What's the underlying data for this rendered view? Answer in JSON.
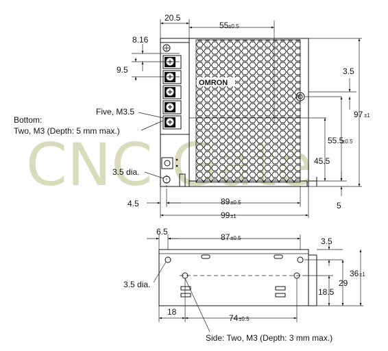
{
  "watermark": "CNC Gate",
  "brand_logo_text": "OMRON",
  "front_view": {
    "dimensions": {
      "width_20_5": "20.5",
      "width_55": "55",
      "width_55_tol": "±0.5",
      "pitch_8_16": "8.16",
      "pitch_9_5": "9.5",
      "hole_3_5": "3.5",
      "height_97": "97",
      "height_97_tol": "±1",
      "height_55_5": "55.5",
      "height_55_5_tol": "±0.5",
      "height_45_5": "45.5",
      "dia_3_5": "3.5 dia.",
      "offset_4_5": "4.5",
      "width_89": "89",
      "width_89_tol": "±0.5",
      "width_99": "99",
      "width_99_tol": "±1",
      "bottom_5": "5"
    },
    "notes": {
      "bottom_title": "Bottom:",
      "bottom_detail": "Two, M3 (Depth: 5 mm max.)",
      "five_m35": "Five, M3.5"
    }
  },
  "side_view": {
    "dimensions": {
      "offset_6_5": "6.5",
      "width_87": "87",
      "width_87_tol": "±0.5",
      "top_3_5": "3.5",
      "height_36": "36",
      "height_36_tol": "±1",
      "height_29": "29",
      "height_18_5": "18.5",
      "dia_3_5": "3.5 dia.",
      "offset_18": "18",
      "width_74": "74",
      "width_74_tol": "±0.5"
    },
    "notes": {
      "side_detail": "Side: Two, M3 (Depth: 3 mm max.)"
    }
  }
}
